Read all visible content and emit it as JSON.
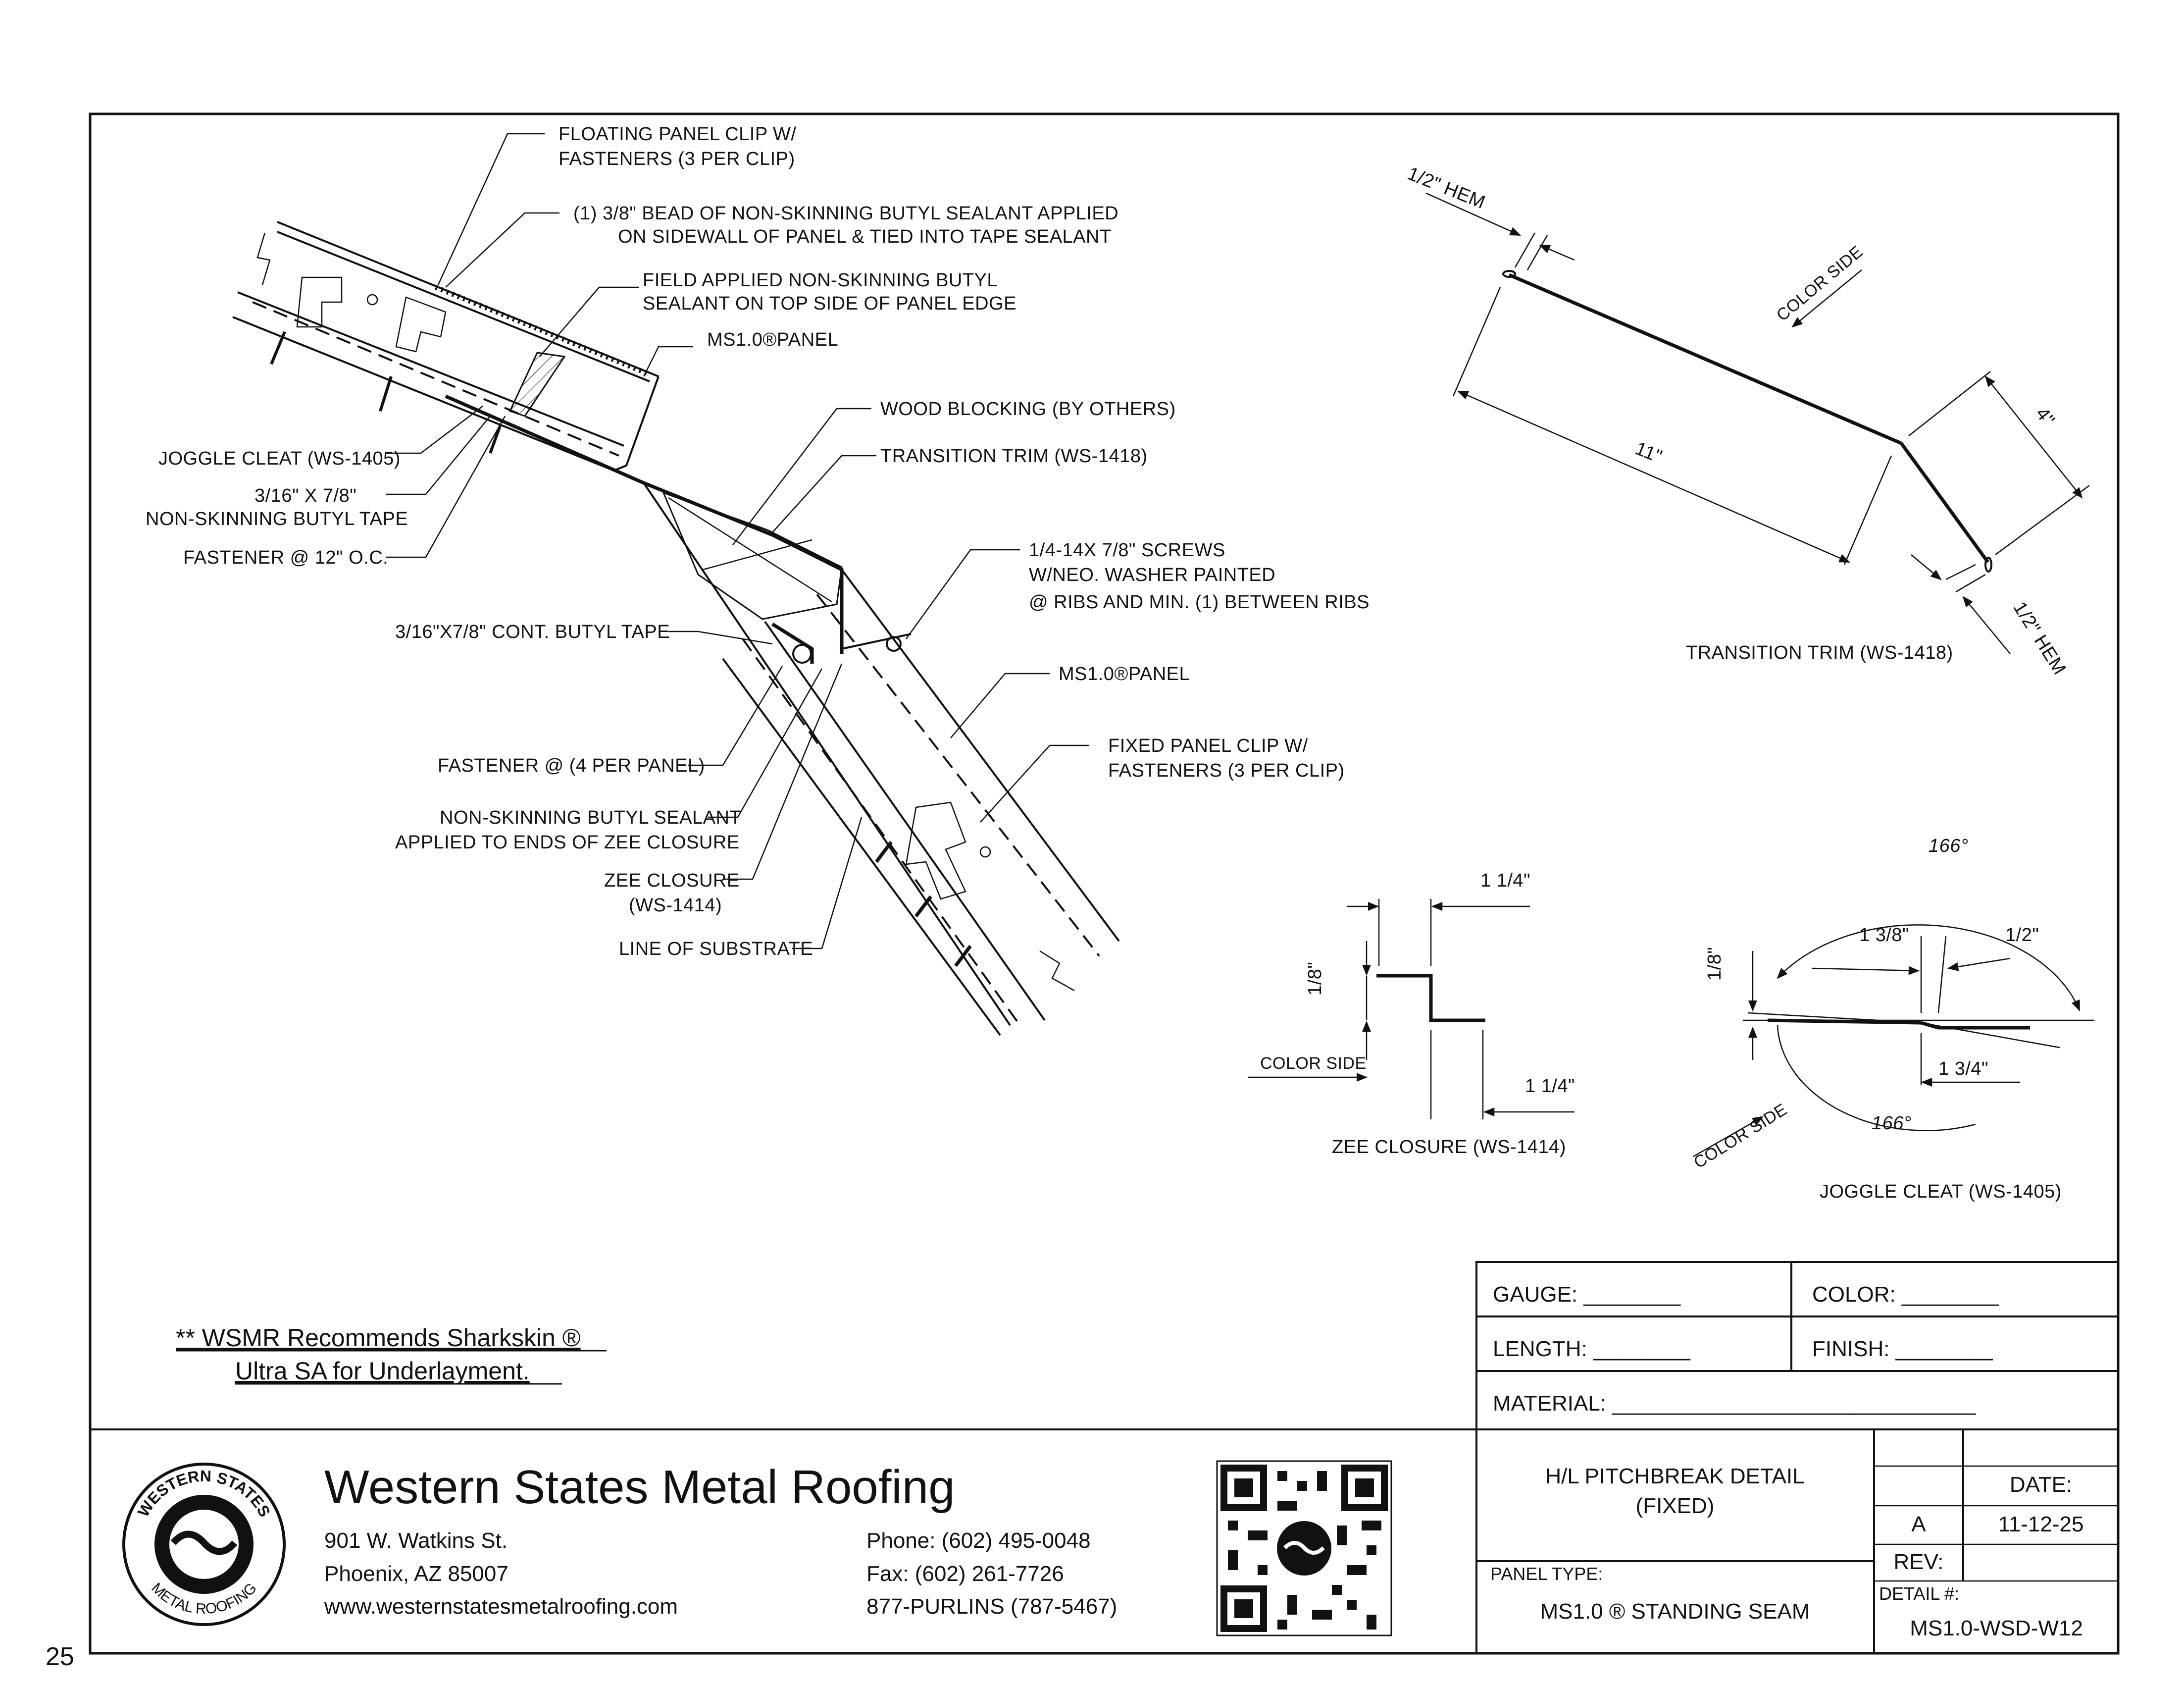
{
  "page_number": "25",
  "callouts": {
    "floating_clip": [
      "FLOATING PANEL CLIP W/",
      "FASTENERS (3 PER CLIP)"
    ],
    "bead_sealant": [
      "(1) 3/8\" BEAD OF NON-SKINNING BUTYL SEALANT APPLIED",
      "ON SIDEWALL OF PANEL & TIED INTO TAPE SEALANT"
    ],
    "field_sealant": [
      "FIELD APPLIED NON-SKINNING BUTYL",
      "SEALANT ON TOP SIDE OF PANEL EDGE"
    ],
    "panel_upper": "MS1.0®PANEL",
    "wood_blocking": "WOOD BLOCKING (BY OTHERS)",
    "transition_trim": "TRANSITION TRIM (WS-1418)",
    "joggle_cleat": "JOGGLE CLEAT (WS-1405)",
    "butyl_tape": [
      "3/16\" X 7/8\"",
      "NON-SKINNING BUTYL TAPE"
    ],
    "fastener_12": "FASTENER @ 12\" O.C.",
    "screws": [
      "1/4-14X 7/8\" SCREWS",
      "W/NEO. WASHER PAINTED",
      "@ RIBS AND MIN. (1) BETWEEN RIBS"
    ],
    "cont_butyl": "3/16\"X7/8\" CONT. BUTYL TAPE",
    "panel_lower": "MS1.0®PANEL",
    "fastener_4": "FASTENER @ (4 PER PANEL)",
    "fixed_clip": [
      "FIXED PANEL CLIP W/",
      "FASTENERS (3 PER CLIP)"
    ],
    "end_sealant": [
      "NON-SKINNING BUTYL SEALANT",
      "APPLIED TO ENDS OF ZEE CLOSURE"
    ],
    "zee_closure": [
      "ZEE CLOSURE",
      "(WS-1414)"
    ],
    "substrate": "LINE OF SUBSTRATE"
  },
  "trim_detail": {
    "hem_top": "1/2\" HEM",
    "color_side": "COLOR SIDE",
    "dim_long": "11\"",
    "dim_short": "4\"",
    "hem_bottom": "1/2\" HEM",
    "title": "TRANSITION TRIM (WS-1418)"
  },
  "zee_detail": {
    "dim_top": "1 1/4\"",
    "dim_height": "1/8\"",
    "dim_bottom": "1 1/4\"",
    "color_side": "COLOR SIDE",
    "title": "ZEE CLOSURE (WS-1414)"
  },
  "cleat_detail": {
    "angle_top": "166°",
    "dim_a": "1 3/8\"",
    "dim_b": "1/2\"",
    "dim_height": "1/8\"",
    "dim_c": "1 3/4\"",
    "angle_bottom": "166°",
    "color_side": "COLOR SIDE",
    "title": "JOGGLE CLEAT (WS-1405)"
  },
  "note": {
    "line1": "** WSMR Recommends Sharkskin ®",
    "line2": "Ultra SA for Underlayment."
  },
  "spec_box": {
    "gauge": "GAUGE: ________",
    "color": "COLOR: ________",
    "length": "LENGTH: ________",
    "finish": "FINISH: ________",
    "material": "MATERIAL: ______________________________"
  },
  "company": {
    "name": "Western States Metal Roofing",
    "address1": "901 W. Watkins St.",
    "address2": "Phoenix, AZ 85007",
    "website": "www.westernstatesmetalroofing.com",
    "phone": "Phone: (602) 495-0048",
    "fax": "Fax: (602) 261-7726",
    "purlins": "877-PURLINS (787-5467)",
    "logo_top": "WESTERN STATES",
    "logo_bottom": "METAL ROOFING"
  },
  "title_block": {
    "title1": "H/L PITCHBREAK DETAIL",
    "title2": "(FIXED)",
    "panel_type_label": "PANEL TYPE:",
    "panel_type": "MS1.0 ® STANDING SEAM",
    "date_label": "DATE:",
    "rev_letter": "A",
    "date": "11-12-25",
    "rev_label": "REV:",
    "detail_label": "DETAIL #:",
    "detail_num": "MS1.0-WSD-W12"
  }
}
